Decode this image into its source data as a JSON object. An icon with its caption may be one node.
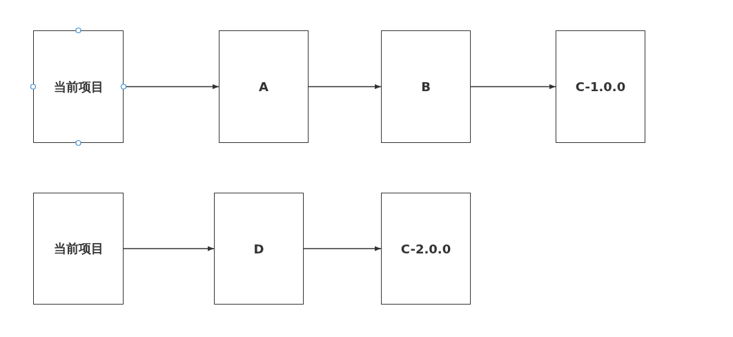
{
  "diagram": {
    "nodes": [
      {
        "text": [
          "当前项目"
        ]
      },
      {
        "text": [
          "A"
        ]
      },
      {
        "text": [
          "B"
        ]
      },
      {
        "text": [
          "C-1.0.0"
        ]
      },
      {
        "text": [
          "当前项目"
        ]
      },
      {
        "text": [
          "D"
        ]
      },
      {
        "text": [
          "C-2.0.0"
        ]
      }
    ],
    "edges": [
      {
        "from": 0,
        "to": 1,
        "arrow": "to"
      },
      {
        "from": 1,
        "to": 2,
        "arrow": "to"
      },
      {
        "from": 2,
        "to": 3,
        "arrow": "to"
      },
      {
        "from": 4,
        "to": 5,
        "arrow": "to"
      },
      {
        "from": 5,
        "to": 6,
        "arrow": "to"
      }
    ]
  }
}
